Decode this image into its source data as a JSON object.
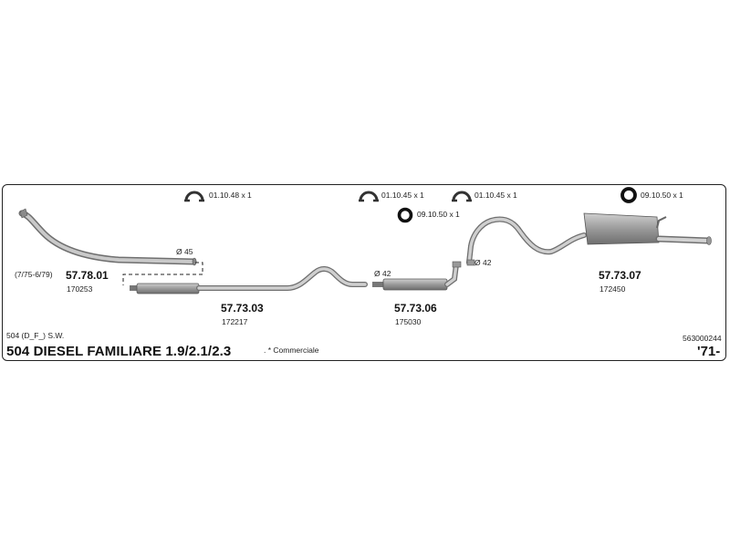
{
  "diagram": {
    "model_code": "504 (D_F_) S.W.",
    "title": "504 DIESEL FAMILIARE 1.9/2.1/2.3",
    "note": ". * Commerciale",
    "catalog_code": "563000244",
    "year": "'71-",
    "clamps": [
      {
        "label": "01.10.48 x 1",
        "icon": "clamp-icon"
      },
      {
        "label": "01.10.45 x 1",
        "icon": "clamp-icon"
      },
      {
        "label": "01.10.45 x 1",
        "icon": "clamp-icon"
      }
    ],
    "rings": [
      {
        "label": "09.10.50 x 1",
        "icon": "rubber-ring-icon"
      },
      {
        "label": "09.10.50 x 1",
        "icon": "rubber-ring-icon"
      }
    ],
    "diameters": [
      "Ø 45",
      "Ø 42",
      "Ø 42"
    ],
    "parts": [
      {
        "number": "57.78.01",
        "ref": "170253",
        "period": "(7/75-6/79)"
      },
      {
        "number": "57.73.03",
        "ref": "172217"
      },
      {
        "number": "57.73.06",
        "ref": "175030"
      },
      {
        "number": "57.73.07",
        "ref": "172450"
      }
    ]
  }
}
